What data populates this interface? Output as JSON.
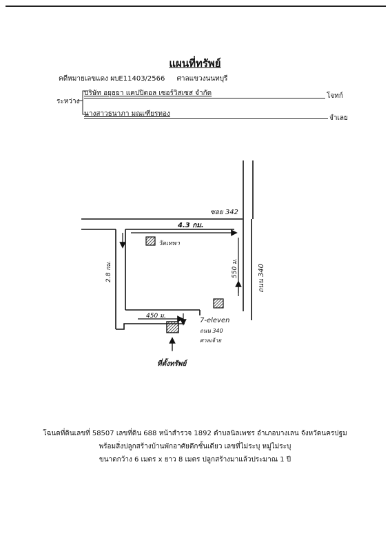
{
  "header": {
    "title": "แผนที่ทรัพย์",
    "case_number": "คดีหมายเลขแดง ผบE11403/2566",
    "court": "ศาลแขวงนนทบุรี"
  },
  "parties": {
    "between_label": "ระหว่าง",
    "plaintiff_name": "บริษัท อยุธยา แคปปิตอล เซอร์วิสเซส จำกัด",
    "plaintiff_role": "โจทก์",
    "defendant_name": "นางสาวธนาภา มณเฑียรทอง",
    "defendant_role": "จำเลย"
  },
  "map": {
    "alley_top": "ซอย 342",
    "road_right": "ถนน 340",
    "dist_top": "4.3 กม.",
    "dist_left": "2.8 กม.",
    "dist_right": "550 ม.",
    "dist_bottom": "450 ม.",
    "landmark_temple": "วัดเทพา",
    "landmark_store": "7-eleven",
    "landmark_store_addr1": "ถนน 340",
    "landmark_store_addr2": "ศาลเจ้าย",
    "property_label": "ที่ตั้งทรัพย์"
  },
  "description": {
    "line1": "โฉนดที่ดินเลขที่ 58507 เลขที่ดิน 688 หน้าสำรวจ 1892 ตำบลนิลเพชร อำเภอบางเลน จังหวัดนครปฐม",
    "line2": "พร้อมสิ่งปลูกสร้างบ้านพักอาศัยตึกชั้นเดียว เลขที่ไม่ระบุ หมู่ไม่ระบุ",
    "line3": "ขนาดกว้าง 6 เมตร x ยาว 8 เมตร ปลูกสร้างมาแล้วประมาณ 1 ปี"
  }
}
